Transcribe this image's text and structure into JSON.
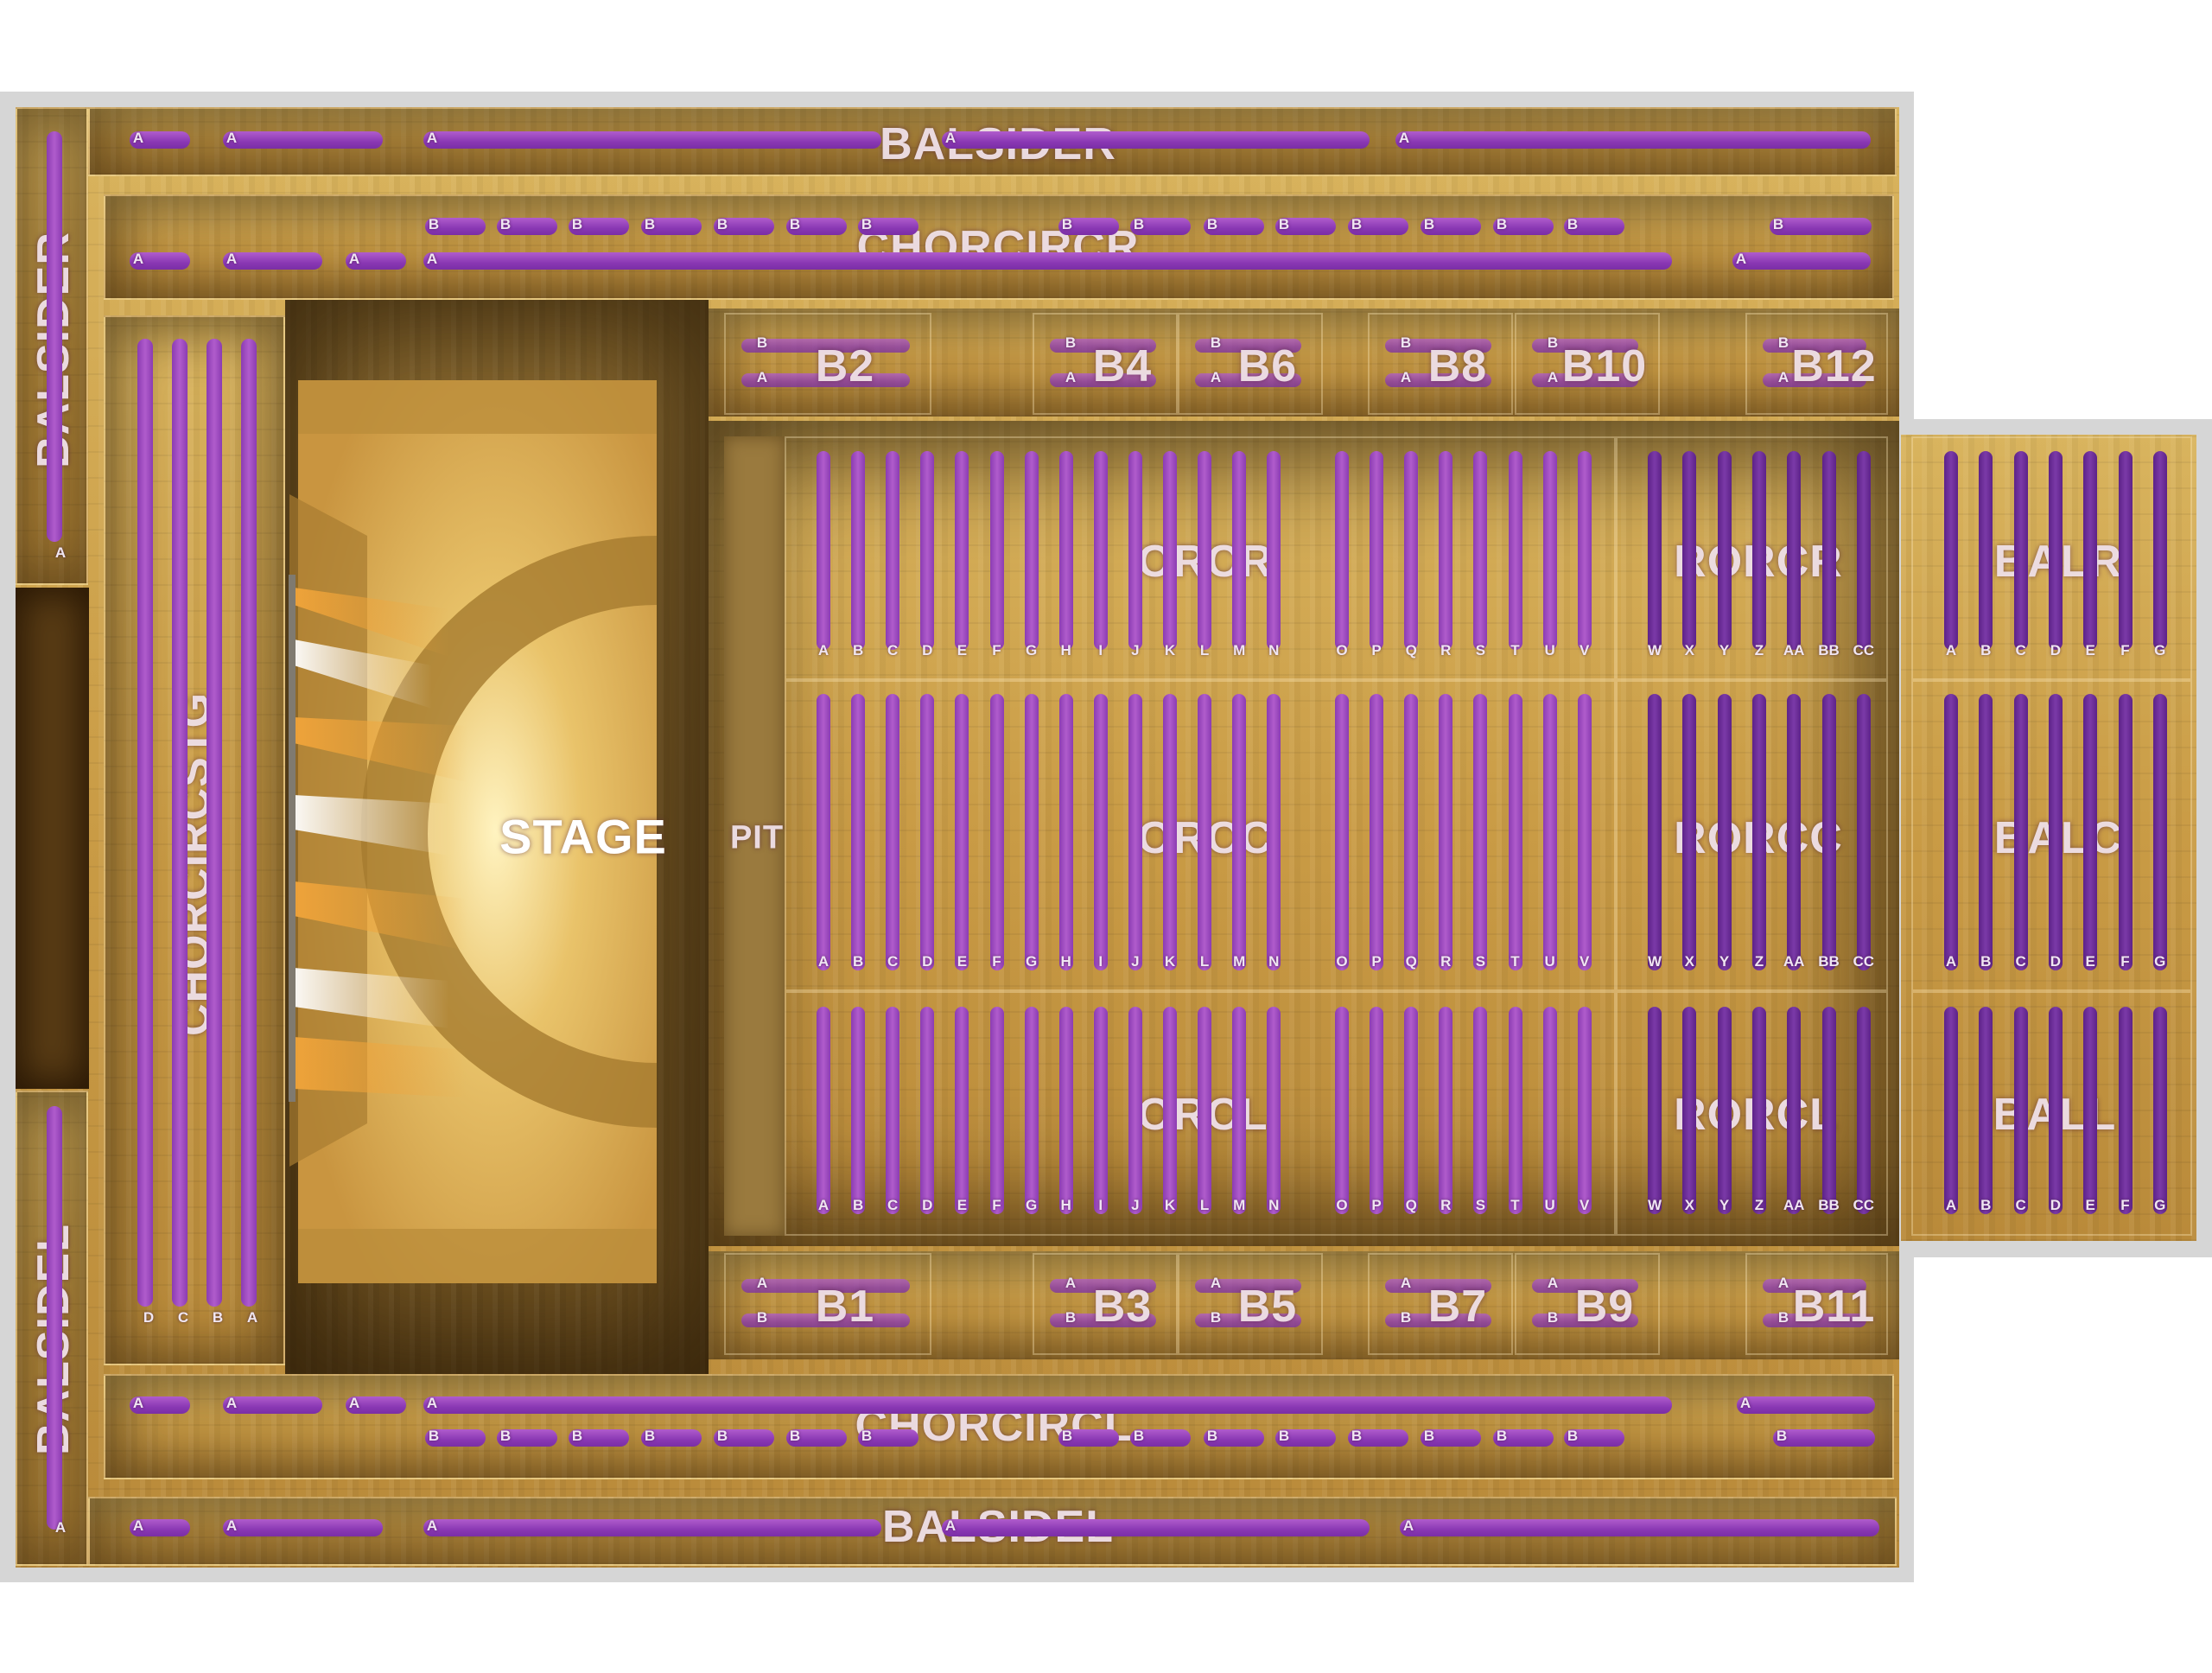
{
  "colors": {
    "seat_purple": "#a04fc4",
    "seat_dark_purple": "#6a2d96",
    "wood": "#c99b45",
    "border_grey": "#d6d6d6",
    "label_white": "#f0e2e8"
  },
  "sections": {
    "balsider_top": "BALSIDER",
    "balsider_left": "BALSIDER",
    "balsidel_left": "BALSIDEL",
    "balsidel_bottom": "BALSIDEL",
    "chorcircr": "CHORCIRCR",
    "chorcircl": "CHORCIRCL",
    "chorcircstg": "CHORCIRCSTG",
    "stage": "STAGE",
    "pit": "PIT",
    "orcr": "ORCR",
    "orcc": "ORCC",
    "orcl": "ORCL",
    "rorcr": "RORCR",
    "rorcc": "RORCC",
    "rorcl": "RORCL",
    "balr": "BALR",
    "balc": "BALC",
    "ball": "BALL",
    "boxes_top": [
      "B2",
      "B4",
      "B6",
      "B8",
      "B10",
      "B12"
    ],
    "boxes_bottom": [
      "B1",
      "B3",
      "B5",
      "B7",
      "B9",
      "B11"
    ]
  },
  "rows": {
    "orc": [
      "A",
      "B",
      "C",
      "D",
      "E",
      "F",
      "G",
      "H",
      "I",
      "J",
      "K",
      "L",
      "M",
      "N"
    ],
    "orc_mid": [
      "O",
      "P",
      "Q",
      "R",
      "S",
      "T",
      "U",
      "V"
    ],
    "rorc": [
      "W",
      "X",
      "Y",
      "Z",
      "AA",
      "BB",
      "CC"
    ],
    "bal": [
      "A",
      "B",
      "C",
      "D",
      "E",
      "F",
      "G"
    ],
    "chorcircstg": [
      "D",
      "C",
      "B",
      "A"
    ],
    "a": "A",
    "b": "B"
  }
}
